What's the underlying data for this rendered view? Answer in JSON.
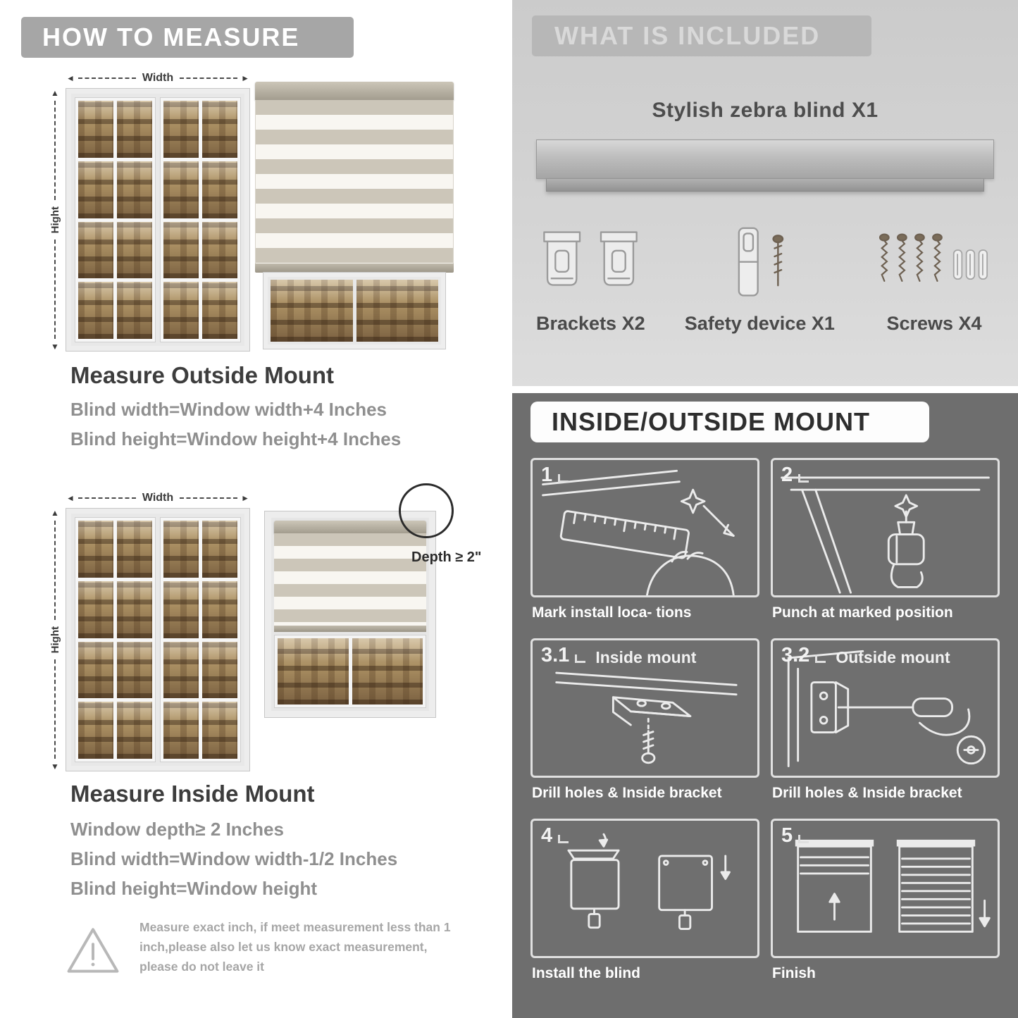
{
  "left": {
    "header": "HOW TO MEASURE",
    "dims": {
      "width": "Width",
      "height": "Hight",
      "depth": "Depth ≥ 2\""
    },
    "outside": {
      "title": "Measure Outside Mount",
      "line1": "Blind width=Window width+4 Inches",
      "line2": "Blind height=Window height+4 Inches"
    },
    "inside": {
      "title": "Measure Inside Mount",
      "line1": "Window depth≥ 2 Inches",
      "line2": "Blind width=Window width-1/2 Inches",
      "line3": "Blind height=Window height"
    },
    "warning": "Measure exact inch, if meet measurement less than 1 inch,please also let us know exact measurement, please do not leave it"
  },
  "right": {
    "included": {
      "header": "WHAT IS INCLUDED",
      "product": "Stylish zebra blind X1",
      "items": [
        {
          "label": "Brackets X2"
        },
        {
          "label": "Safety device X1"
        },
        {
          "label": "Screws X4"
        }
      ]
    },
    "mount": {
      "header": "INSIDE/OUTSIDE MOUNT",
      "steps": [
        {
          "num": "1",
          "label": "",
          "caption": "Mark install loca- tions"
        },
        {
          "num": "2",
          "label": "",
          "caption": "Punch at  marked position"
        },
        {
          "num": "3.1",
          "label": "Inside mount",
          "caption": "Drill holes &  Inside bracket"
        },
        {
          "num": "3.2",
          "label": "Outside mount",
          "caption": "Drill holes &  Inside bracket"
        },
        {
          "num": "4",
          "label": "",
          "caption": "Install the blind"
        },
        {
          "num": "5",
          "label": "",
          "caption": "Finish"
        }
      ]
    }
  },
  "colors": {
    "header_gray": "#a6a6a6",
    "included_bar": "#b7b7b7",
    "dark_panel": "#6e6e6e",
    "heading_text": "#3d3d3d",
    "body_text": "#8f8f8f"
  }
}
